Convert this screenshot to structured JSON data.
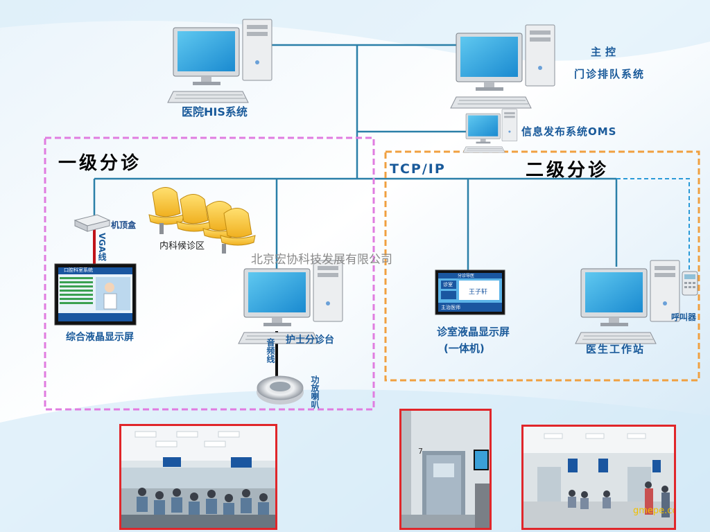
{
  "labels": {
    "his": "医院HIS系统",
    "main_control": "主控",
    "queue_system": "门诊排队系统",
    "oms": "信息发布系统OMS",
    "level1": "一级分诊",
    "level2": "二级分诊",
    "tcpip": "TCP/IP",
    "set_top_box": "机顶盒",
    "vga": "VGA线",
    "waiting_area": "内科候诊区",
    "company": "北京宏协科技发展有限公司",
    "lcd_display": "综合液晶显示屏",
    "nurse_station": "护士分诊台",
    "audio_line": "音频线",
    "amp_speaker": "功放喇叭",
    "room_display_1": "诊室液晶显示屏",
    "room_display_2": "(一体机)",
    "doctor_station": "医生工作站",
    "caller": "呼叫器",
    "watermark": "gmepe.com"
  },
  "screens": {
    "lcd_header": "口腔科室系统",
    "room_title": "分诊导医",
    "room_status": "诊室",
    "room_doctor": "王子轩",
    "room_footer": "主治医师"
  },
  "photos": {
    "door_number": "7"
  },
  "colors": {
    "line": "#2a7fa8",
    "pink_box": "#e07ce0",
    "orange_box": "#f0a040",
    "text_blue": "#1a5a9a",
    "photo_border": "#e0262a"
  }
}
